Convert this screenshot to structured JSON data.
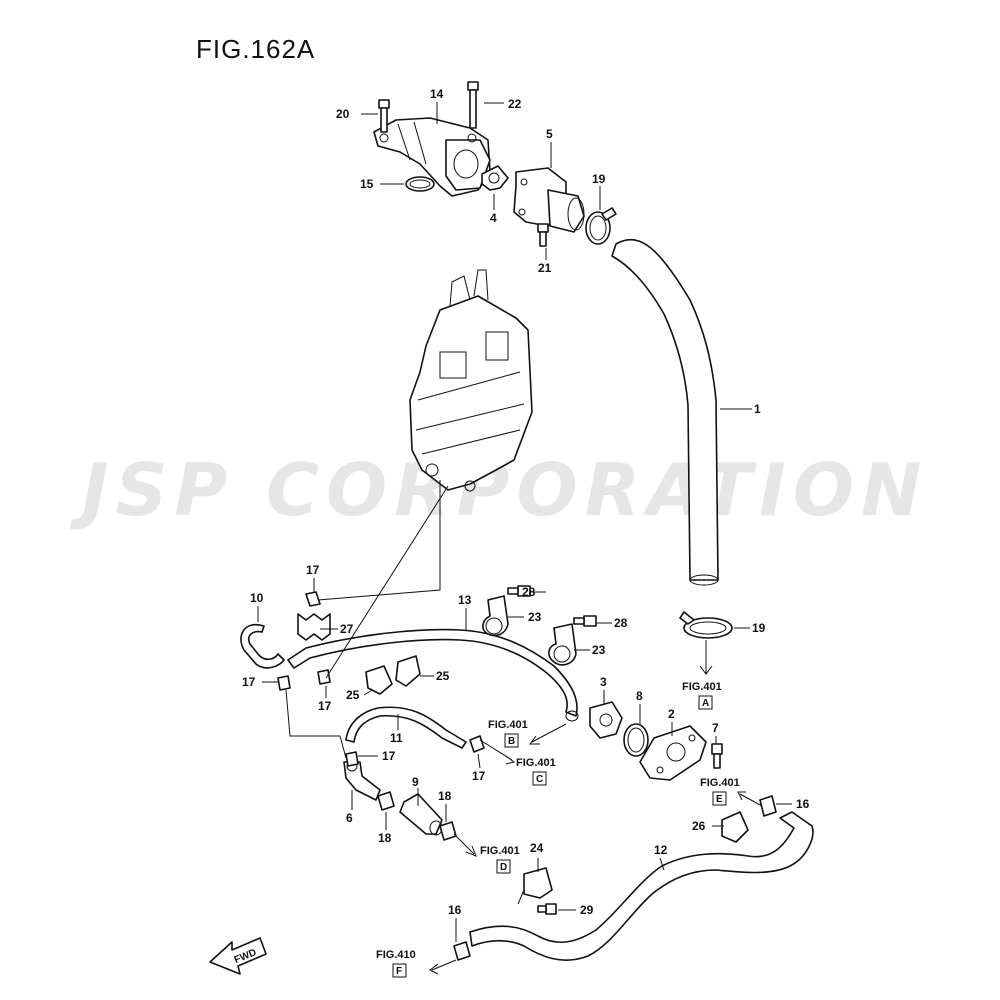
{
  "figure": {
    "title": "FIG.162A",
    "watermark": "JSP CORPORATION",
    "fwd_label": "FWD"
  },
  "callouts": {
    "c1": "1",
    "c2": "2",
    "c3": "3",
    "c4": "4",
    "c5": "5",
    "c6": "6",
    "c7": "7",
    "c8": "8",
    "c9": "9",
    "c10": "10",
    "c11": "11",
    "c12": "12",
    "c13": "13",
    "c14": "14",
    "c15": "15",
    "c16a": "16",
    "c16b": "16",
    "c17a": "17",
    "c17b": "17",
    "c17c": "17",
    "c17d": "17",
    "c17e": "17",
    "c18a": "18",
    "c18b": "18",
    "c19a": "19",
    "c19b": "19",
    "c20": "20",
    "c21": "21",
    "c22": "22",
    "c23a": "23",
    "c23b": "23",
    "c24": "24",
    "c25a": "25",
    "c25b": "25",
    "c26": "26",
    "c27": "27",
    "c28a": "28",
    "c28b": "28",
    "c29": "29"
  },
  "references": {
    "r_a": {
      "label": "FIG.401",
      "box": "A"
    },
    "r_b": {
      "label": "FIG.401",
      "box": "B"
    },
    "r_c": {
      "label": "FIG.401",
      "box": "C"
    },
    "r_d": {
      "label": "FIG.401",
      "box": "D"
    },
    "r_e": {
      "label": "FIG.401",
      "box": "E"
    },
    "r_f": {
      "label": "FIG.410",
      "box": "F"
    }
  }
}
